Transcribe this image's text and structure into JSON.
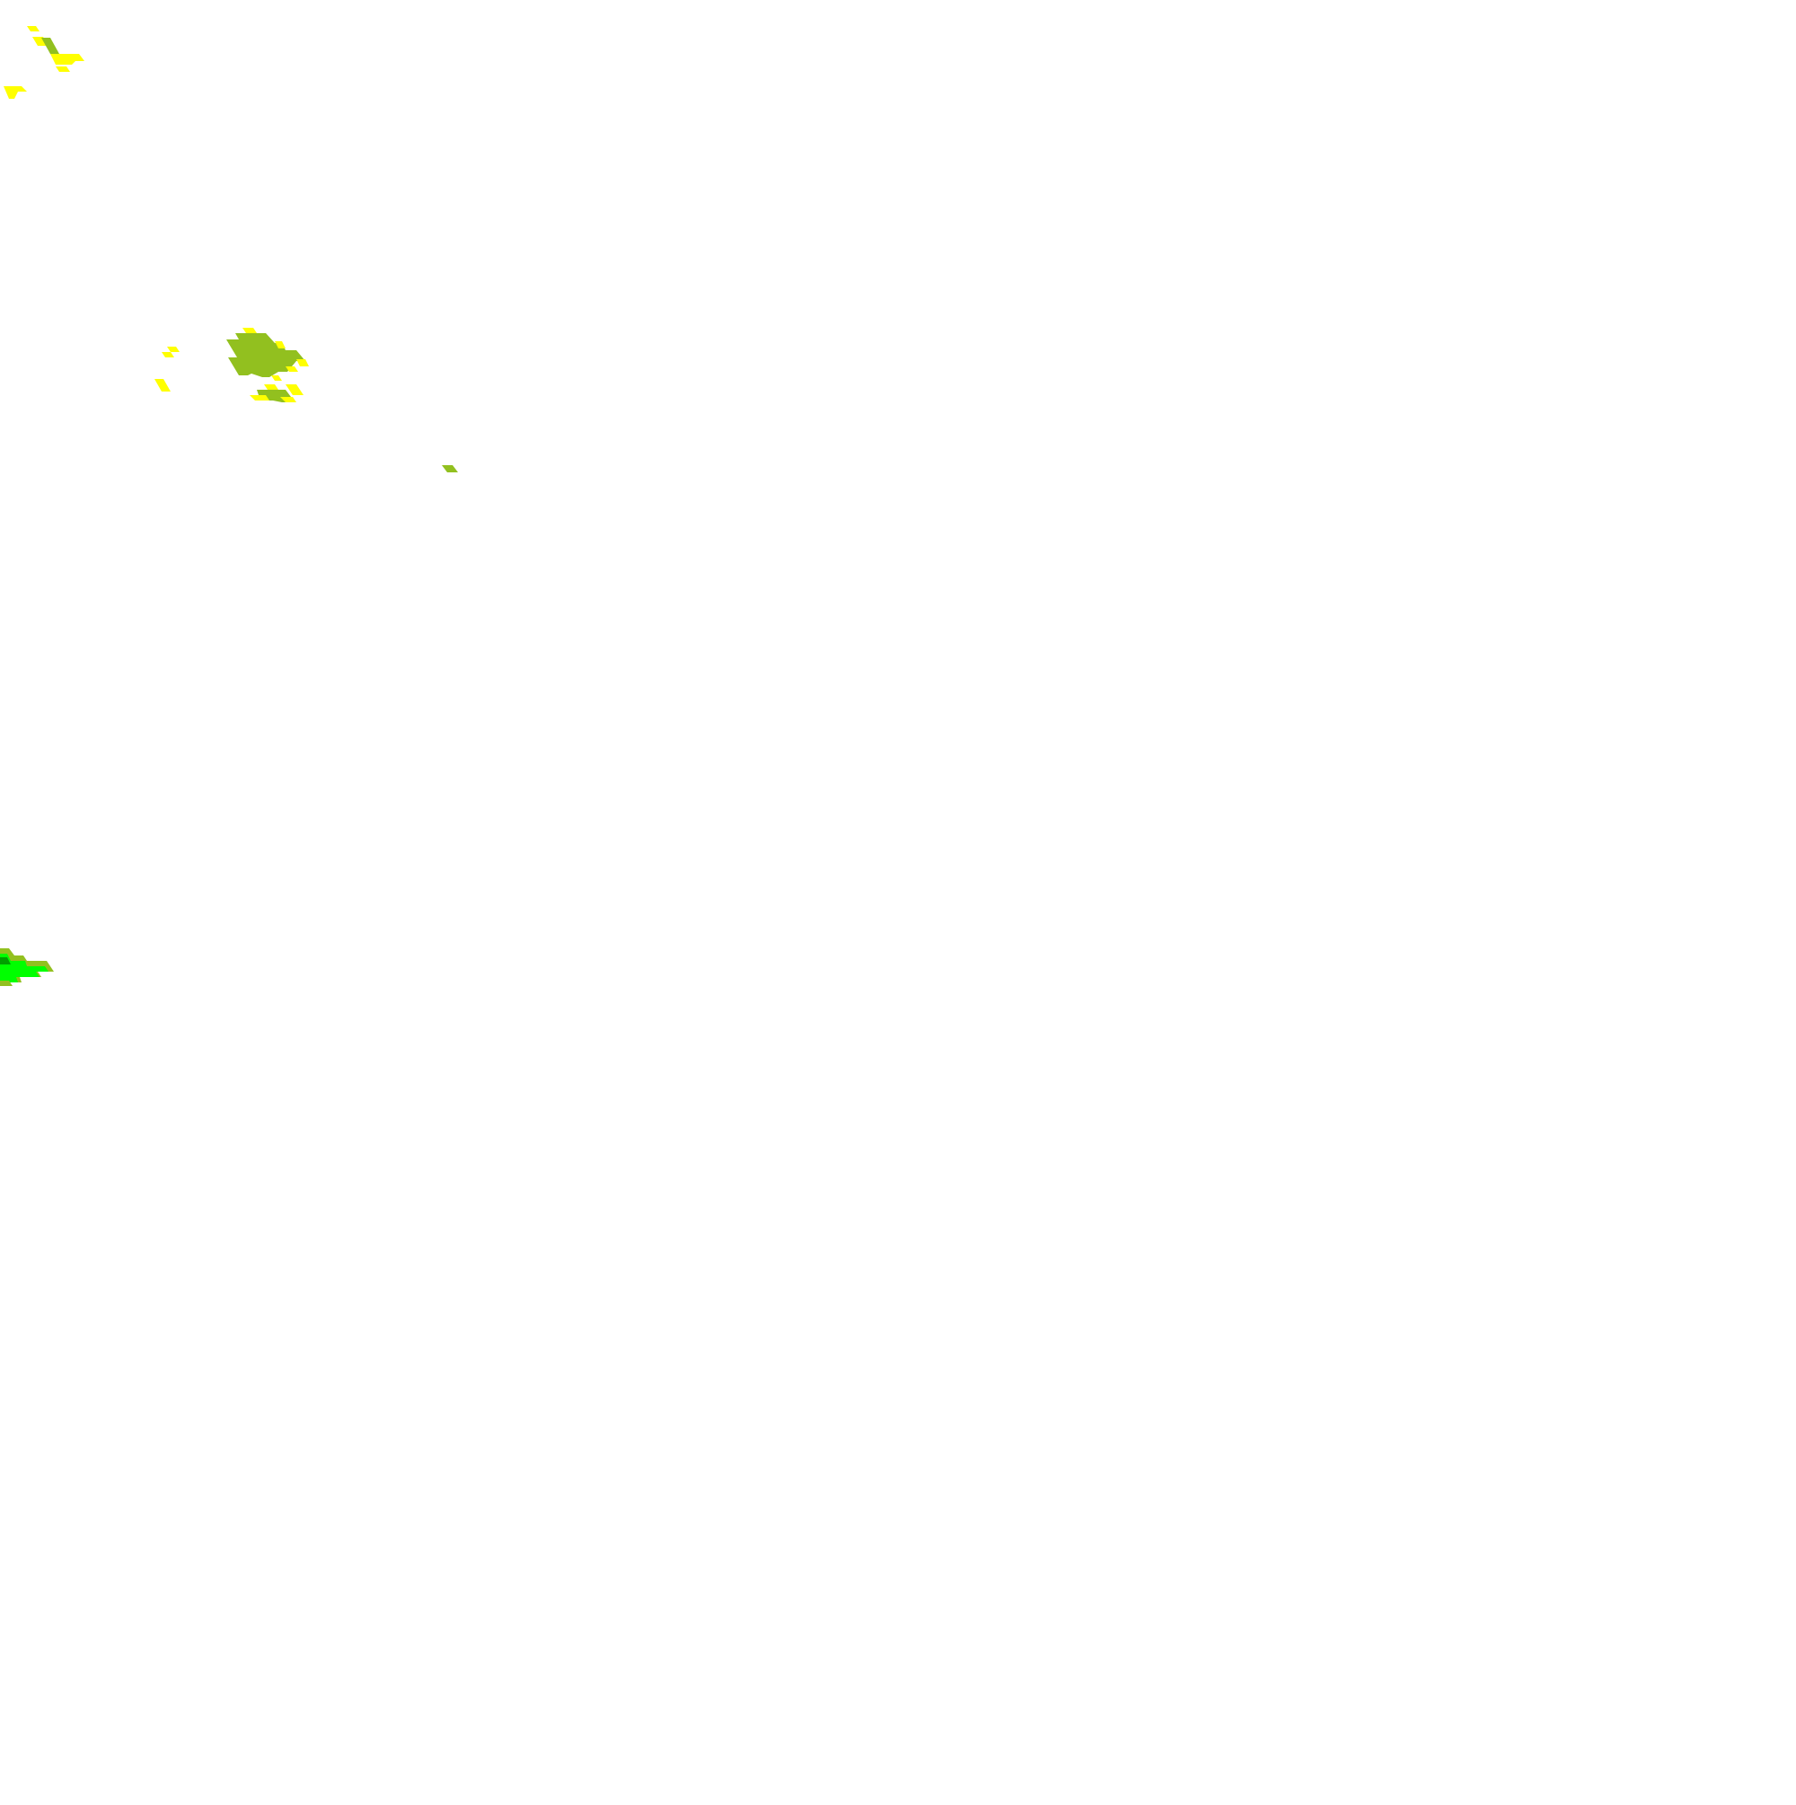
{
  "map": {
    "background_color": "#ffffff",
    "layer": "precipitation-tiles",
    "palette": {
      "light": "#ffff00",
      "moderate": "#92c01f",
      "heavy": "#00ff00",
      "intense": "#00a000"
    },
    "clusters": [
      {
        "id": "northwest-cells",
        "intensities": [
          "light",
          "moderate"
        ]
      },
      {
        "id": "central-west-cells",
        "intensities": [
          "light",
          "moderate"
        ]
      },
      {
        "id": "isolated-cell",
        "intensities": [
          "moderate"
        ]
      },
      {
        "id": "southwest-band",
        "intensities": [
          "moderate",
          "heavy",
          "intense"
        ]
      }
    ]
  }
}
